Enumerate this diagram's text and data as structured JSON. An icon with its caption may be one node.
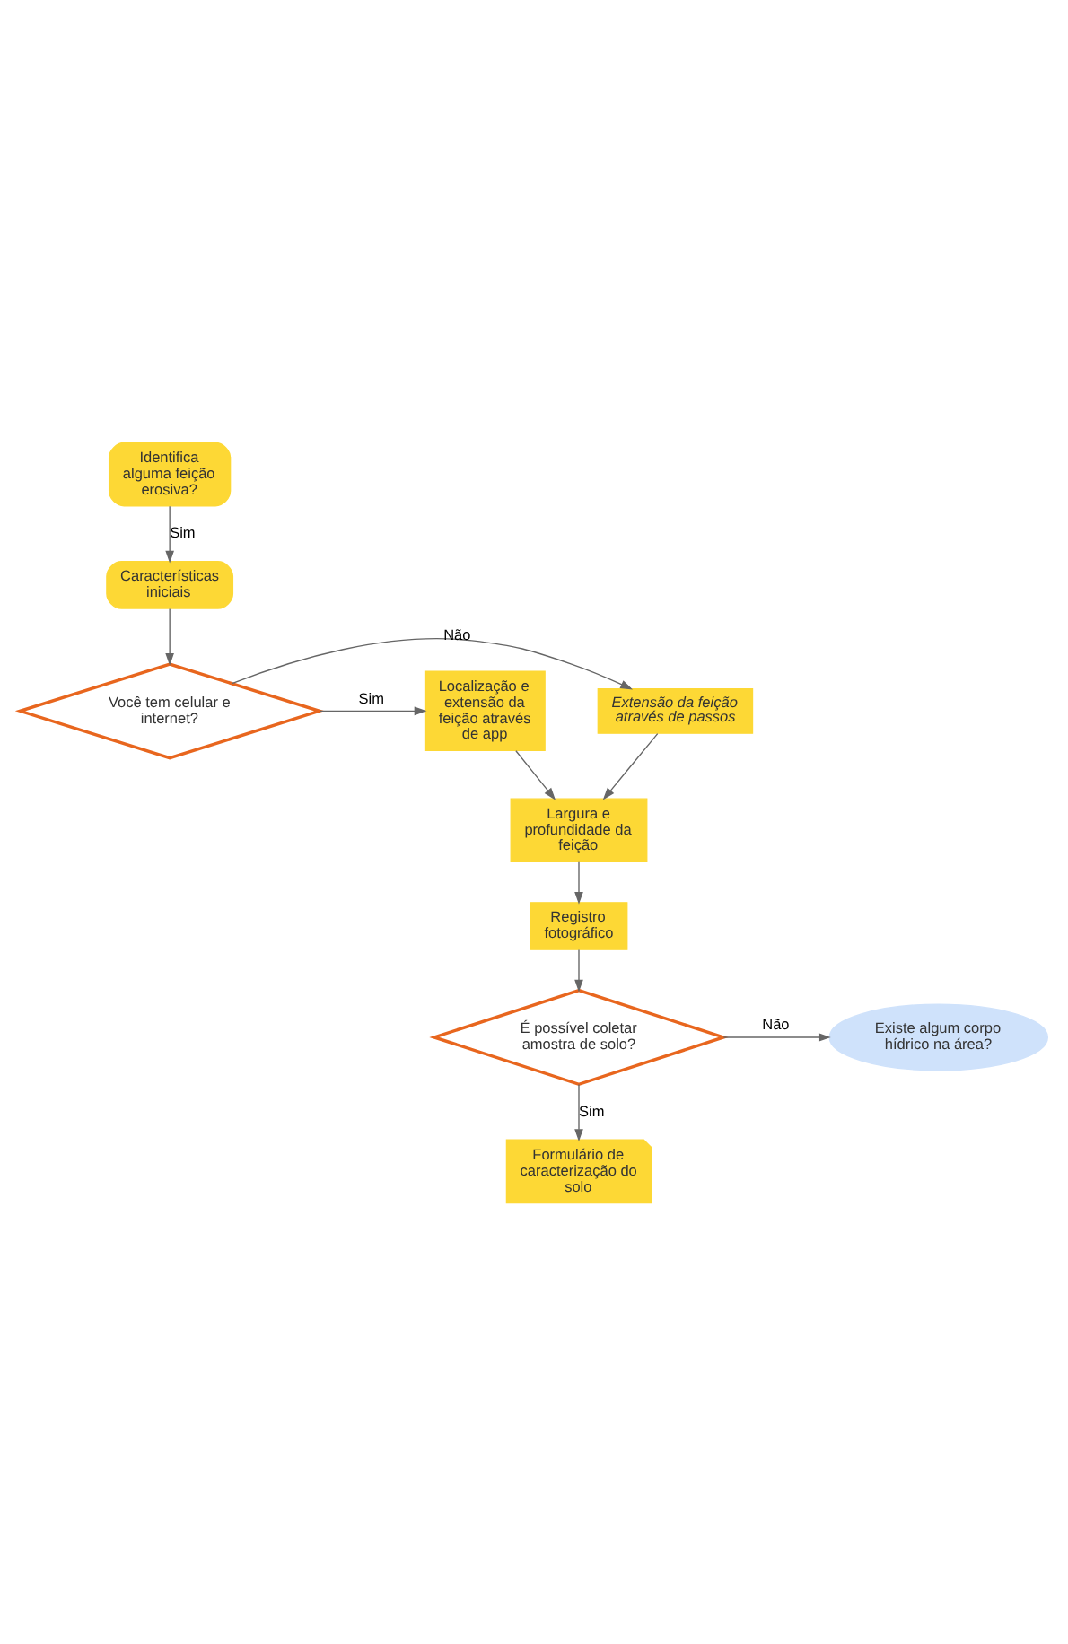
{
  "diagram": {
    "nodes": [
      {
        "text": [
          "Identifica alguma feição erosiva?"
        ]
      },
      {
        "text": [
          "Características iniciais"
        ]
      },
      {
        "text": [
          "Você tem celular e internet?"
        ]
      },
      {
        "text": [
          "Extensão da feição através de passos"
        ]
      },
      {
        "text": [
          "Localização e extensão da feição através de app"
        ]
      },
      {
        "text": [
          "Largura e profundidade da feição"
        ]
      },
      {
        "text": [
          "Registro fotográfico"
        ]
      },
      {
        "text": [
          "É possível coletar amostra de solo?"
        ]
      },
      {
        "text": [
          "Existe algum corpo hídrico na área?"
        ]
      },
      {
        "text": [
          "Formulário de caracterização do solo"
        ]
      }
    ],
    "edges": [
      {
        "from": 0,
        "to": 1,
        "arrow": "to",
        "label": "Sim"
      },
      {
        "from": 1,
        "to": 2,
        "arrow": "to"
      },
      {
        "from": 2,
        "to": 3,
        "arrow": "to",
        "label": "Não"
      },
      {
        "from": 2,
        "to": 4,
        "arrow": "to",
        "label": "Sim"
      },
      {
        "from": 3,
        "to": 5,
        "arrow": "to"
      },
      {
        "from": 4,
        "to": 5,
        "arrow": "to"
      },
      {
        "from": 5,
        "to": 6,
        "arrow": "to"
      },
      {
        "from": 6,
        "to": 7,
        "arrow": "to"
      },
      {
        "from": 7,
        "to": 8,
        "arrow": "to",
        "label": "Não"
      },
      {
        "from": 7,
        "to": 9,
        "arrow": "to",
        "label": "Sim"
      }
    ]
  }
}
